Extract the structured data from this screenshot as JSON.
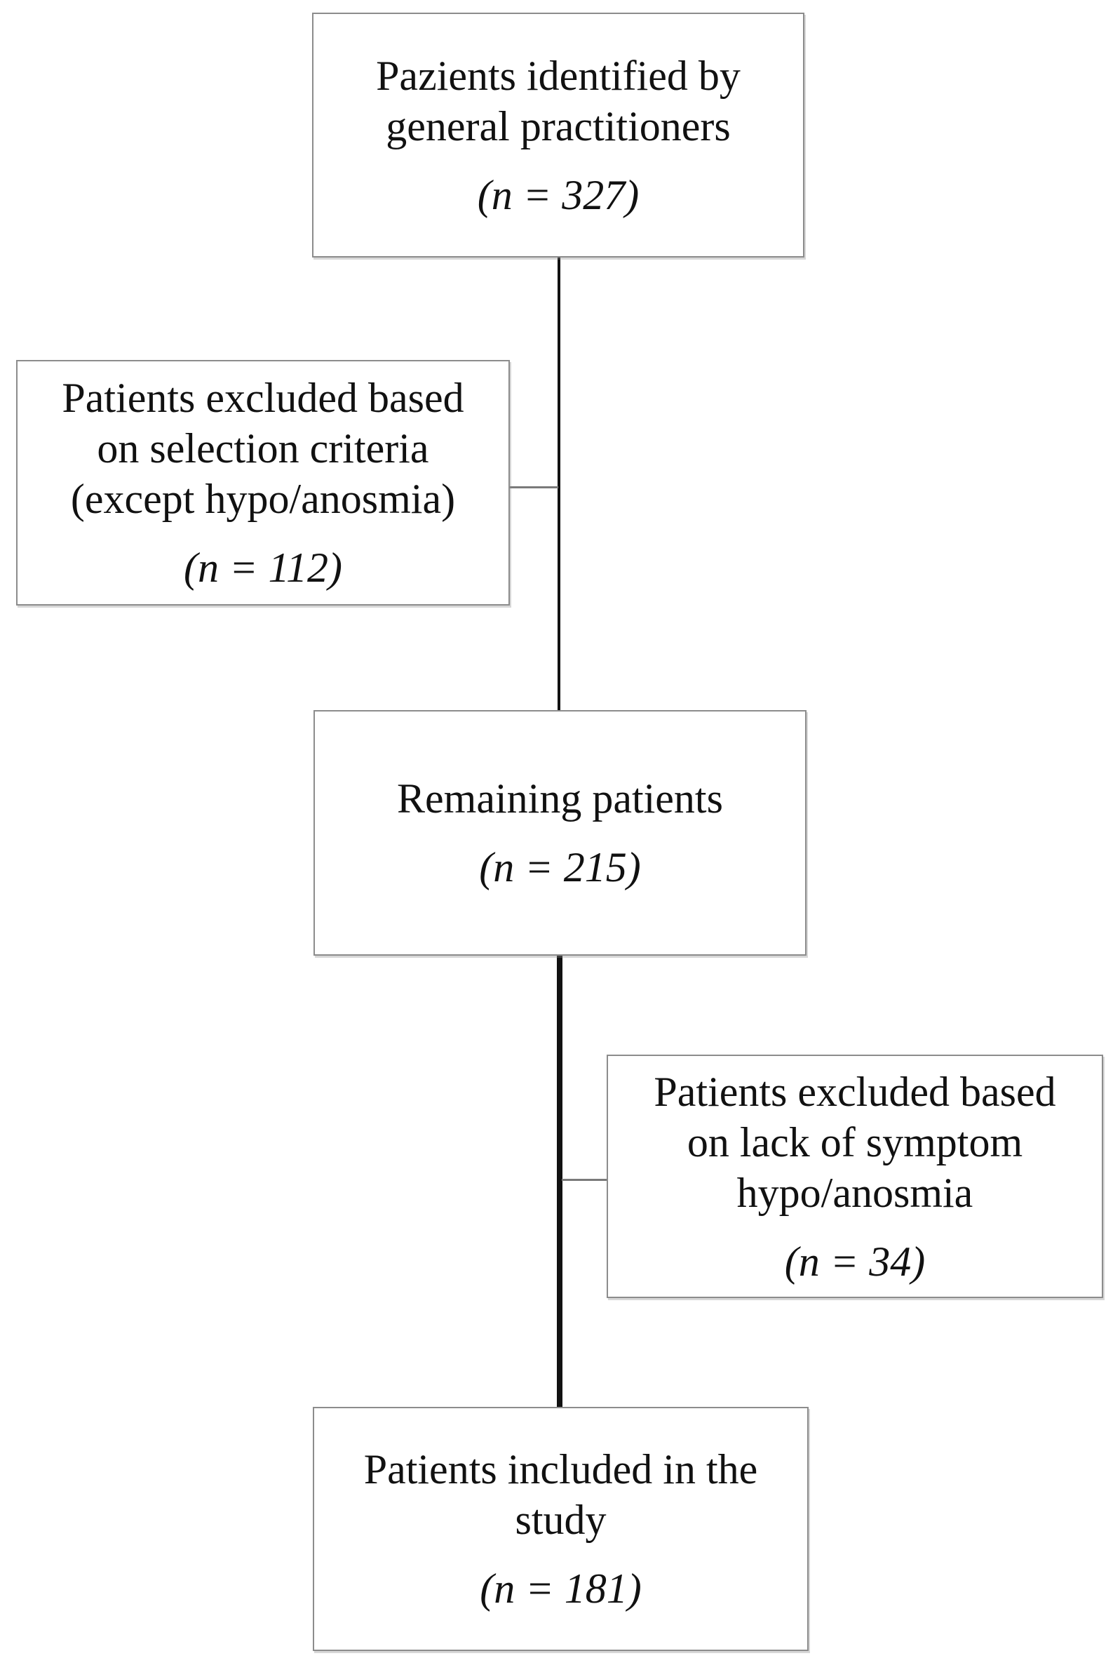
{
  "palette": {
    "background": "#ffffff",
    "box_border": "#8c8c8c",
    "main_connector": "#111111",
    "branch_connector": "#7a7a7a",
    "text": "#111111"
  },
  "boxes": [
    {
      "id": "identified",
      "lines": [
        "Pazients identified by",
        "general practitioners"
      ],
      "n_label": "(n = 327)"
    },
    {
      "id": "excluded-selection",
      "lines": [
        "Patients excluded based",
        "on selection criteria",
        "(except hypo/anosmia)"
      ],
      "n_label": "(n = 112)"
    },
    {
      "id": "remaining",
      "lines": [
        "Remaining patients"
      ],
      "n_label": "(n = 215)"
    },
    {
      "id": "excluded-symptom",
      "lines": [
        "Patients excluded based",
        "on lack of symptom",
        "hypo/anosmia"
      ],
      "n_label": "(n = 34)"
    },
    {
      "id": "included",
      "lines": [
        "Patients included in the",
        "study"
      ],
      "n_label": "(n = 181)"
    }
  ]
}
